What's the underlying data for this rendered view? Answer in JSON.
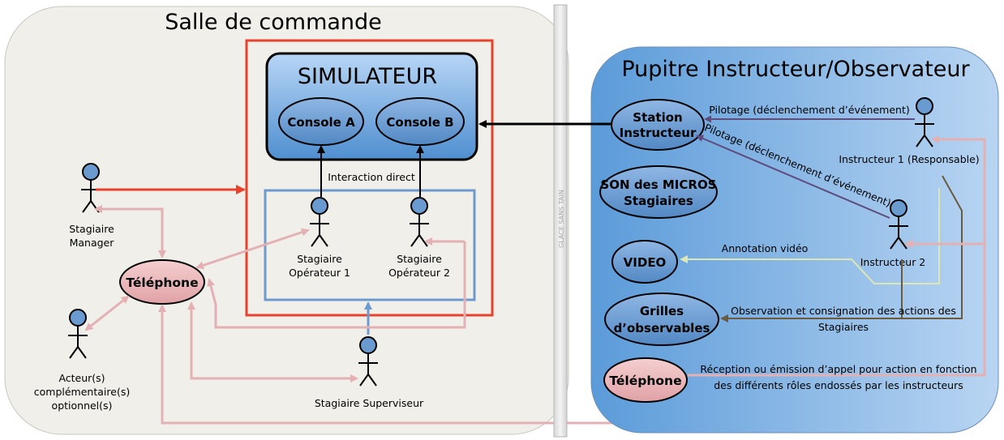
{
  "control_room": {
    "title": "Salle de commande",
    "simulator": {
      "title": "SIMULATEUR",
      "console_a": "Console A",
      "console_b": "Console B"
    },
    "interaction_label": "Interaction direct",
    "operator1": [
      "Stagiaire",
      "Opérateur 1"
    ],
    "operator2": [
      "Stagiaire",
      "Opérateur 2"
    ],
    "manager": [
      "Stagiaire",
      "Manager"
    ],
    "actor": [
      "Acteur(s)",
      "complémentaire(s)",
      "optionnel(s)"
    ],
    "supervisor": "Stagiaire Superviseur",
    "phone": "Téléphone"
  },
  "glass": {
    "label": "GLACE SANS TAIN"
  },
  "instructor_desk": {
    "title": "Pupitre Instructeur/Observateur",
    "station": [
      "Station",
      "Instructeur"
    ],
    "sound": [
      "SON des MICROS",
      "Stagiaires"
    ],
    "video": "VIDEO",
    "grids": [
      "Grilles",
      "d’observables"
    ],
    "phone": "Téléphone",
    "instructor1": "Instructeur 1 (Responsable)",
    "instructor2": "Instructeur 2",
    "pilotage1": "Pilotage (déclenchement d’événement)",
    "pilotage2": "Pilotage (déclenchement d’événement)",
    "annotation": "Annotation vidéo",
    "observation": [
      "Observation et consignation des actions des",
      "Stagiaires"
    ],
    "reception": [
      "Réception ou émission d’appel pour action en fonction",
      "des différents rôles endossés par les instructeurs"
    ]
  },
  "colors": {
    "red_frame": "#e8412c",
    "blue_frame": "#6e9bcf",
    "pink_link": "#e3b1b4",
    "dark_arrow": "#000000",
    "purple_link": "#5d4c7c",
    "yellow_link": "#dde6b4",
    "brown_link": "#6a5a40"
  }
}
